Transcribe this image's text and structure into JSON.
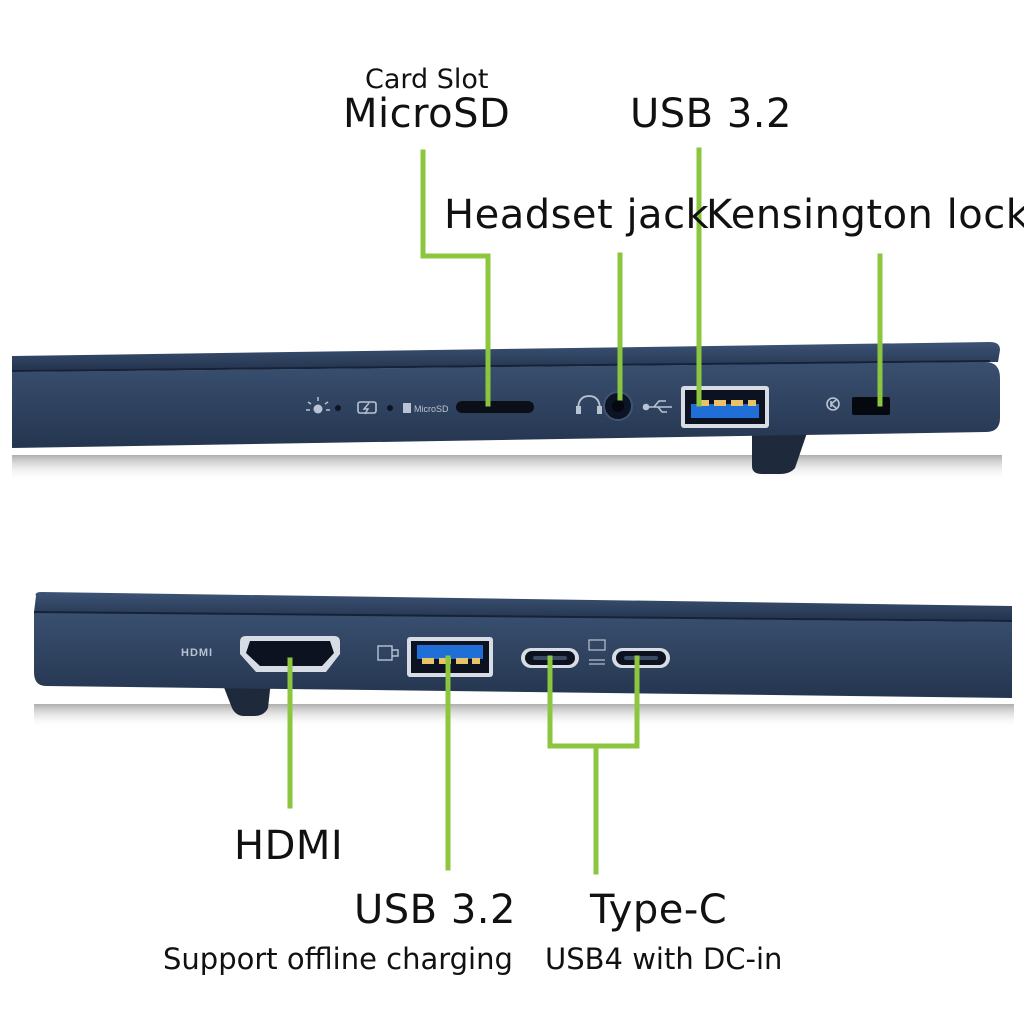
{
  "top": {
    "card_slot_caption": "Card Slot",
    "microsd_label": "MicroSD",
    "usb_label": "USB 3.2",
    "headset_label": "Headset jack",
    "kensington_label": "Kensington lock",
    "indicator_microsd_text": "MicroSD"
  },
  "bottom": {
    "hdmi_label": "HDMI",
    "usb_label": "USB 3.2",
    "usb_caption": "Support offline charging",
    "typec_label": "Type-C",
    "typec_caption": "USB4 with DC-in",
    "hdmi_port_text": "HDMI"
  },
  "colors": {
    "chassis": "#2c3f5c",
    "chassis_dark": "#1c2a40",
    "callout_green": "#8cc63f",
    "usb_blue": "#1f6fd6"
  }
}
